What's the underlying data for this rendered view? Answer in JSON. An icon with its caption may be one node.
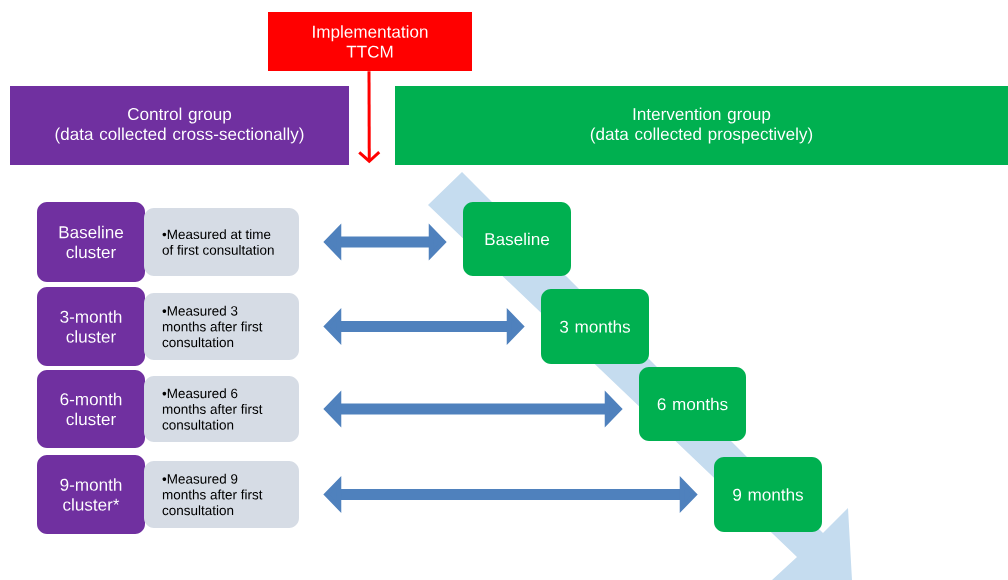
{
  "diagram": {
    "nodes": [
      {
        "text": [
          "Implementation TTCM"
        ]
      },
      {
        "text": [
          "Control group",
          "(data collected cross-sectionally)"
        ]
      },
      {
        "text": [
          "Intervention group",
          "(data collected prospectively)"
        ]
      },
      {
        "text": [
          "Baseline cluster"
        ]
      },
      {
        "text": [
          "•Measured at time of first consultation"
        ]
      },
      {
        "text": [
          "Baseline"
        ]
      },
      {
        "text": [
          "3-month cluster"
        ]
      },
      {
        "text": [
          "•Measured 3 months after first consultation"
        ]
      },
      {
        "text": [
          "3 months"
        ]
      },
      {
        "text": [
          "6-month cluster"
        ]
      },
      {
        "text": [
          "•Measured 6 months after first consultation"
        ]
      },
      {
        "text": [
          "6 months"
        ]
      },
      {
        "text": [
          "9-month cluster*"
        ]
      },
      {
        "text": [
          "•Measured 9 months after first consultation"
        ]
      },
      {
        "text": [
          "9 months"
        ]
      }
    ],
    "edges": [
      {
        "from": 0,
        "to": 1,
        "arrow": "to",
        "color": "#ff0000"
      },
      {
        "from": 4,
        "to": 5,
        "arrow": "both"
      },
      {
        "from": 7,
        "to": 8,
        "arrow": "both"
      },
      {
        "from": 10,
        "to": 11,
        "arrow": "both"
      },
      {
        "from": 13,
        "to": 14,
        "arrow": "both"
      }
    ]
  }
}
